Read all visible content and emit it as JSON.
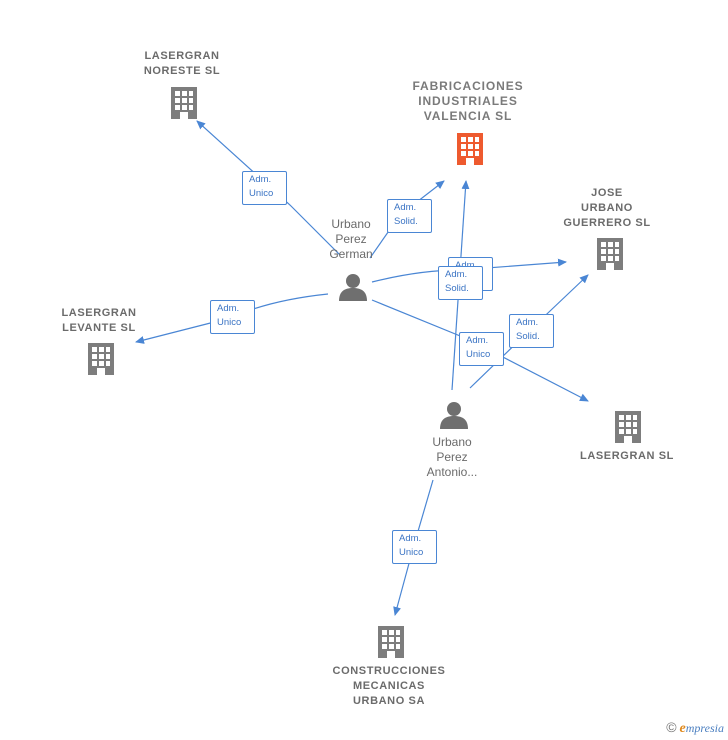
{
  "companies": {
    "lasergran_noreste": [
      "LASERGRAN",
      "NORESTE  SL"
    ],
    "fabricaciones": [
      "FABRICACIONES",
      "INDUSTRIALES",
      "VALENCIA  SL"
    ],
    "jose_urbano": [
      "JOSE",
      "URBANO",
      "GUERRERO SL"
    ],
    "lasergran_levante": [
      "LASERGRAN",
      "LEVANTE  SL"
    ],
    "lasergran_sl": [
      "LASERGRAN SL"
    ],
    "construcciones": [
      "CONSTRUCCIONES",
      "MECANICAS",
      "URBANO SA"
    ]
  },
  "persons": {
    "german": [
      "Urbano",
      "Perez",
      "German"
    ],
    "antonio": [
      "Urbano",
      "Perez",
      "Antonio..."
    ]
  },
  "edge_labels": {
    "german_noreste": [
      "Adm.",
      "Unico"
    ],
    "german_fabricaciones": [
      "Adm.",
      "Solid."
    ],
    "german_levante": [
      "Adm.",
      "Unico"
    ],
    "german_jose_back": [
      "Adm.",
      "Solid."
    ],
    "german_jose_front": [
      "Adm.",
      "Solid."
    ],
    "antonio_jose": [
      "Adm.",
      "Solid."
    ],
    "antonio_lasergran": [
      "Adm.",
      "Unico"
    ],
    "antonio_construcciones": [
      "Adm.",
      "Unico"
    ]
  },
  "colors": {
    "edge": "#4a86d4",
    "building": "#7d7d7d",
    "building_focus": "#ee5a2f",
    "person": "#6f6f6f"
  },
  "credit": {
    "copyright": "©",
    "e": "e",
    "brand": "mpresia"
  }
}
